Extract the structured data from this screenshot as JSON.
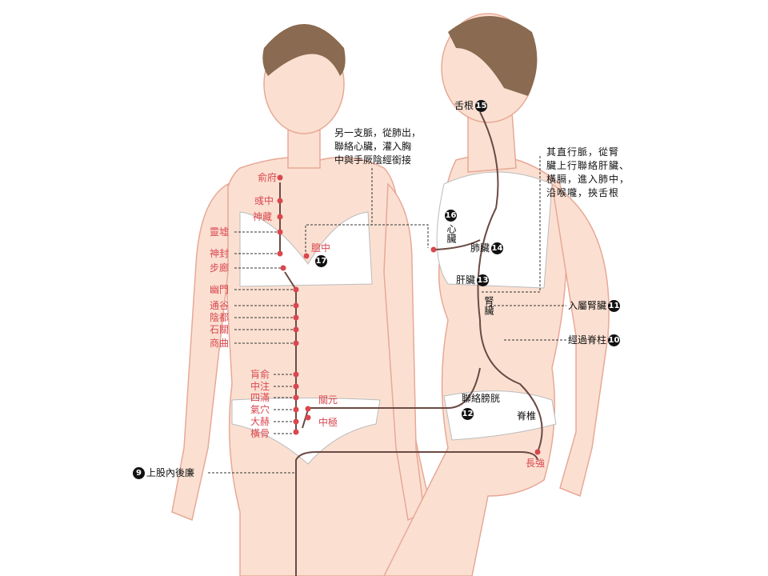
{
  "front_points": {
    "shufu": "俞府",
    "yuzhong": "彧中",
    "shencang": "神藏",
    "lingxu": "靈墟",
    "shenfeng": "神封",
    "bulang": "步廊",
    "youmen": "幽門",
    "tonggu": "通谷",
    "yindu": "陰都",
    "shiguan": "石關",
    "shangqu": "商曲",
    "huangshu": "肓俞",
    "zhongzhu": "中注",
    "siman": "四滿",
    "qixue": "氣穴",
    "dahe": "大赫",
    "henggu": "橫骨",
    "tanzhong": "膻中",
    "guanyuan": "關元",
    "zhongji": "中極"
  },
  "side_labels": {
    "shegen": "舌根",
    "shegen_num": "15",
    "xinzang": "心臟",
    "xinzang_num": "16",
    "feizang": "肺臟",
    "feizang_num": "14",
    "ganzang": "肝臟",
    "ganzang_num": "13",
    "shenzang": "腎臟",
    "rushu": "入屬腎臟",
    "rushu_num": "11",
    "jizhu": "經過脊柱",
    "jizhu_num": "10",
    "pangguang": "聯絡膀胱",
    "pangguang_num": "12",
    "jizhui": "脊椎",
    "changqiang": "長強",
    "tanzhong_num": "17",
    "gu": "上股內後廉",
    "gu_num": "9"
  },
  "notes": {
    "branch": [
      "另一支脈，從肺出，",
      "聯絡心臟，灌入胸",
      "中與手厥陰經銜接"
    ],
    "straight": [
      "其直行脈，從腎",
      "臟上行聯絡肝臟、",
      "橫膈，進入肺中，",
      "沿喉嚨，挾舌根"
    ]
  },
  "colors": {
    "skin": "#fbe0d2",
    "outline": "#e8a896",
    "hair": "#8a6a50",
    "meridian": "#6b4a44",
    "point": "#d9474f",
    "cloth": "#ffffff"
  }
}
